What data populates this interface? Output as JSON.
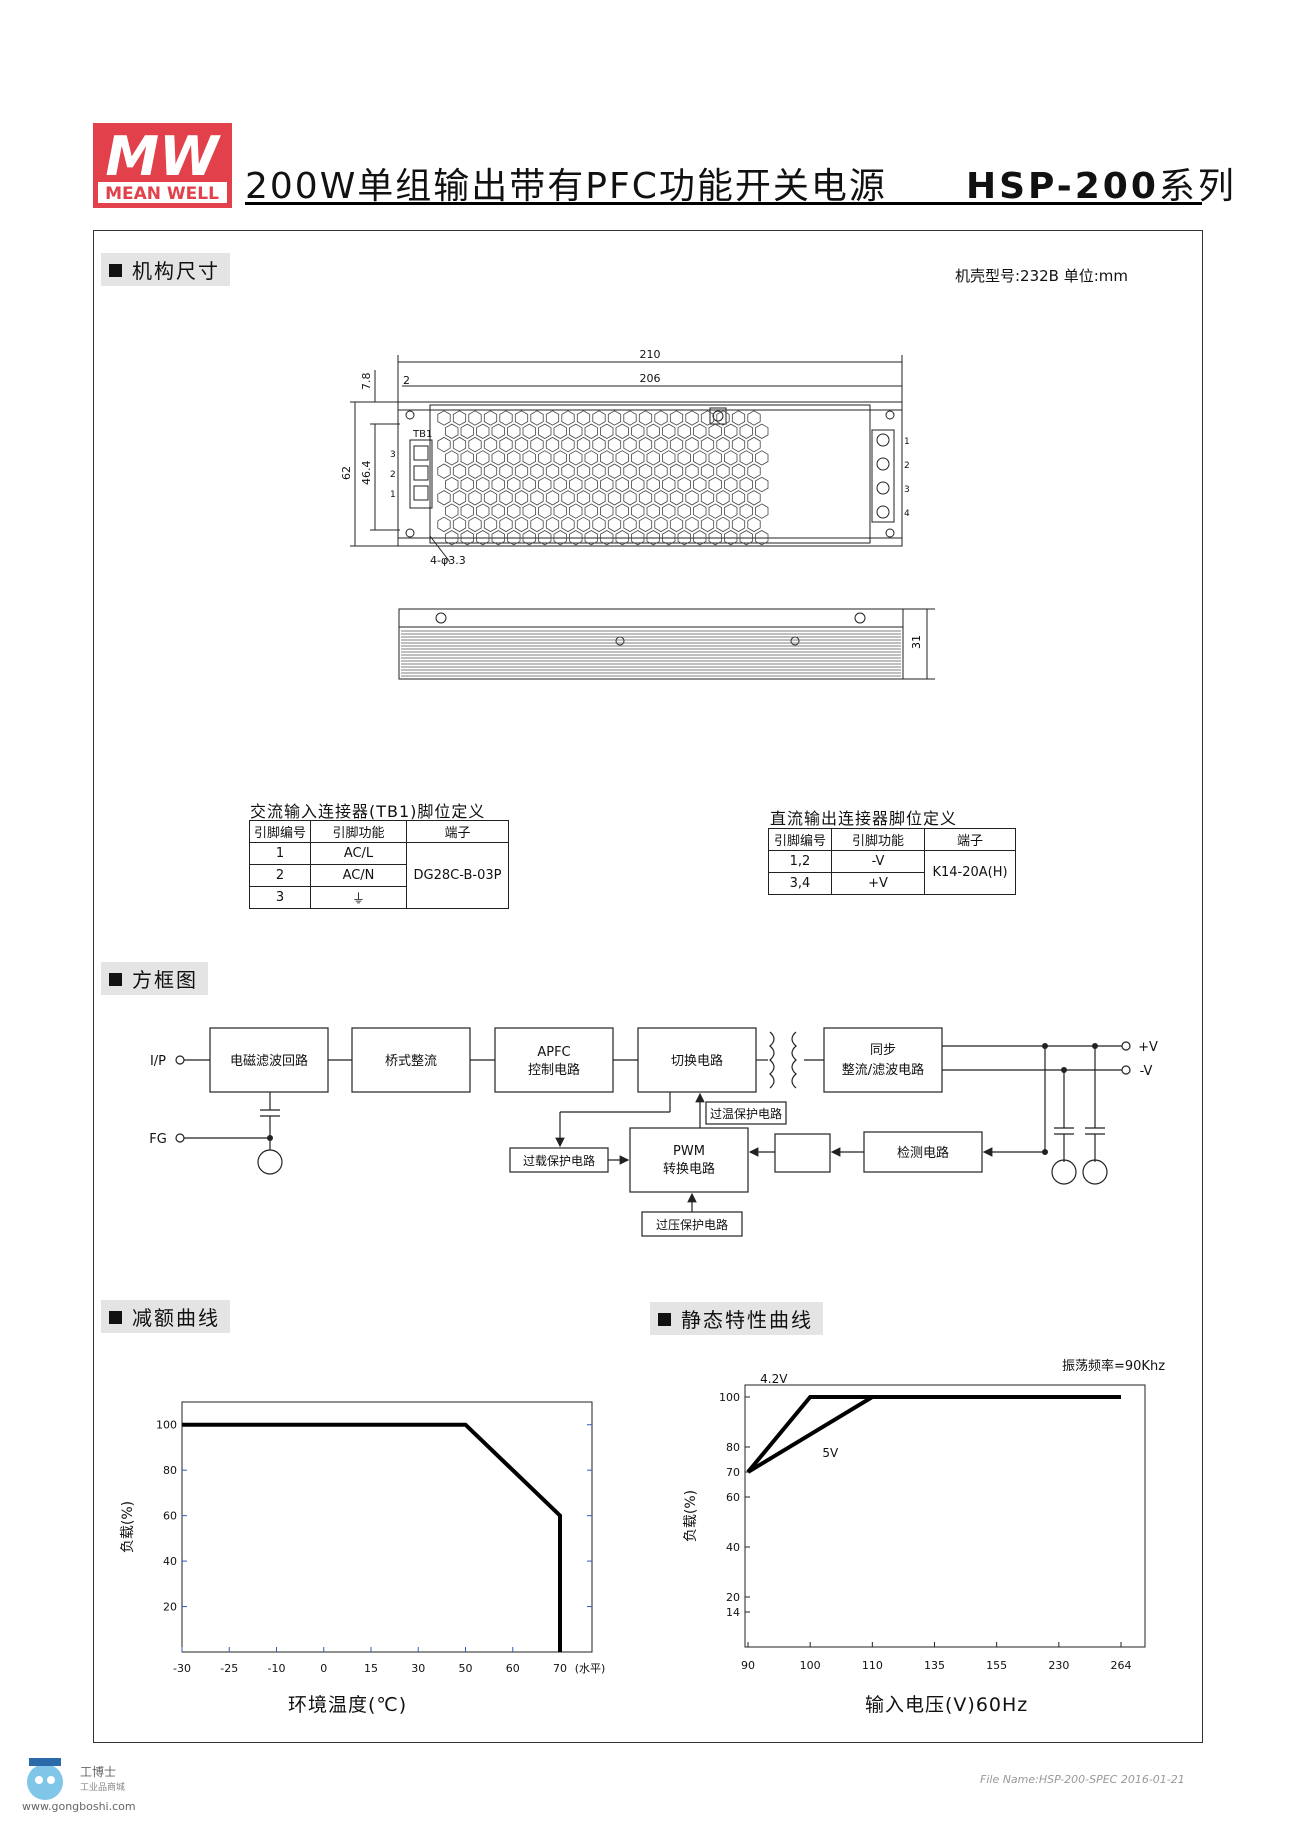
{
  "header": {
    "brand_top": "MW",
    "brand_bottom": "MEAN WELL",
    "title": "200W单组输出带有PFC功能开关电源",
    "model": "HSP-200",
    "model_suffix": "系列",
    "brand_color": "#e2404a"
  },
  "sections": {
    "mechanical": "机构尺寸",
    "block": "方框图",
    "derating": "减额曲线",
    "static": "静态特性曲线"
  },
  "mechanical": {
    "case_info": "机壳型号:232B   单位:mm",
    "dims": {
      "overall_length": "210",
      "inner_length": "206",
      "top_offset": "7.8",
      "small_offset": "2",
      "height": "62",
      "hole_spacing": "46.4",
      "thickness": "31",
      "holes": "4-φ3.3",
      "tb_label": "TB1",
      "left_pins": [
        "3",
        "2",
        "1"
      ],
      "right_pins": [
        "1",
        "2",
        "3",
        "4"
      ]
    }
  },
  "ac_table": {
    "title": "交流输入连接器(TB1)脚位定义",
    "headers": [
      "引脚编号",
      "引脚功能",
      "端子"
    ],
    "rows": [
      {
        "pin": "1",
        "func": "AC/L"
      },
      {
        "pin": "2",
        "func": "AC/N"
      },
      {
        "pin": "3",
        "func": "⏚"
      }
    ],
    "terminal": "DG28C-B-03P"
  },
  "dc_table": {
    "title": "直流输出连接器脚位定义",
    "headers": [
      "引脚编号",
      "引脚功能",
      "端子"
    ],
    "rows": [
      {
        "pin": "1,2",
        "func": "-V"
      },
      {
        "pin": "3,4",
        "func": "+V"
      }
    ],
    "terminal": "K14-20A(H)"
  },
  "block_diagram": {
    "ip": "I/P",
    "fg": "FG",
    "emi": "电磁滤波回路",
    "bridge": "桥式整流",
    "apfc_1": "APFC",
    "apfc_2": "控制电路",
    "switch": "切换电路",
    "rect_1": "同步",
    "rect_2": "整流/滤波电路",
    "otp": "过温保护电路",
    "olp": "过载保护电路",
    "pwm_1": "PWM",
    "pwm_2": "转换电路",
    "ovp": "过压保护电路",
    "detect": "检测电路",
    "vplus": "+V",
    "vminus": "-V"
  },
  "chart_data": [
    {
      "type": "line",
      "title": "",
      "ylabel": "负载(%)",
      "xlabel": "环境温度(℃)",
      "x_ticks": [
        "-30",
        "-25",
        "-10",
        "0",
        "15",
        "30",
        "50",
        "60",
        "70"
      ],
      "x_extra": "(水平)",
      "y_ticks": [
        "20",
        "40",
        "60",
        "80",
        "100"
      ],
      "series": [
        {
          "x": [
            "-30",
            "50",
            "70",
            "70"
          ],
          "y": [
            100,
            100,
            60,
            0
          ]
        }
      ]
    },
    {
      "type": "line",
      "title": "",
      "note": "振荡频率=90Khz",
      "ylabel": "负载(%)",
      "xlabel": "输入电压(V)60Hz",
      "x_ticks": [
        "90",
        "100",
        "110",
        "135",
        "155",
        "230",
        "264"
      ],
      "y_ticks": [
        "14",
        "20",
        "40",
        "60",
        "70",
        "80",
        "100"
      ],
      "series": [
        {
          "name": "4.2V",
          "x": [
            "90",
            "100",
            "264"
          ],
          "y": [
            70,
            100,
            100
          ]
        },
        {
          "name": "5V",
          "x": [
            "90",
            "110",
            "264"
          ],
          "y": [
            70,
            100,
            100
          ]
        }
      ]
    }
  ],
  "footer": {
    "file": "File Name:HSP-200-SPEC   2016-01-21",
    "site": "www.gongboshi.com",
    "brand": "工博士",
    "brand_sub": "工业品商城"
  }
}
